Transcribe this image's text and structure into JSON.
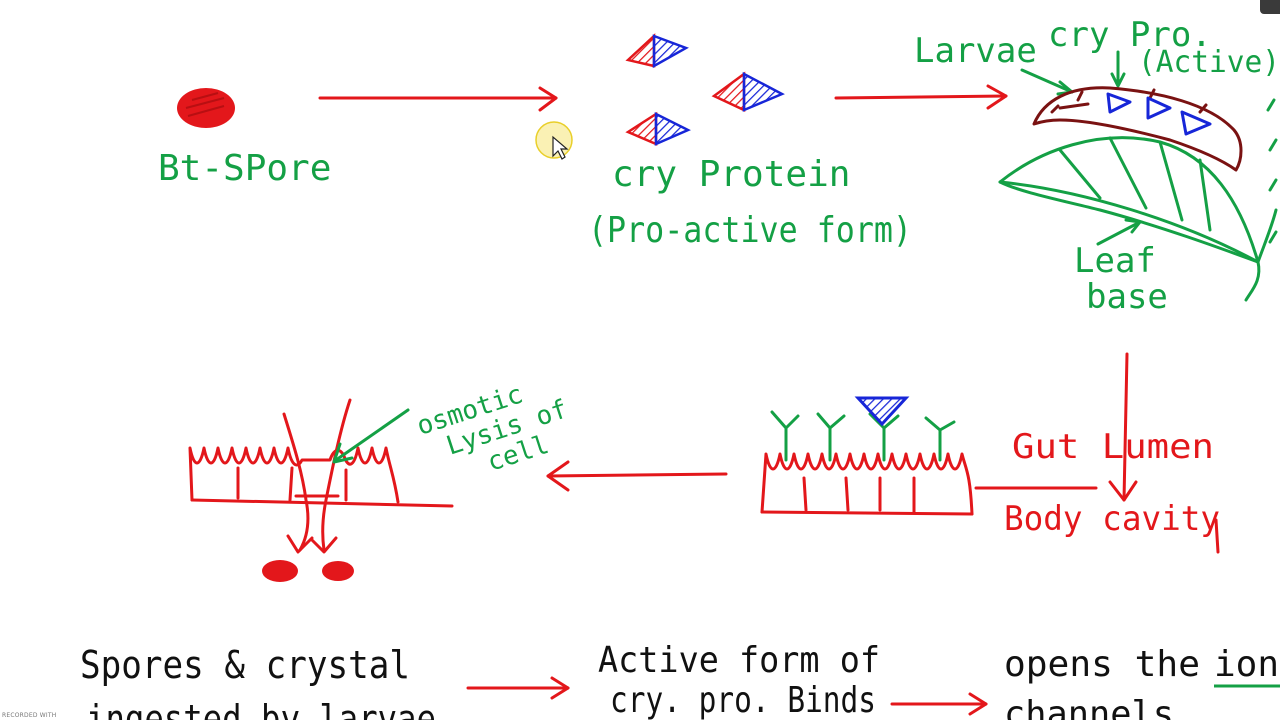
{
  "labels": {
    "bt_spore": "Bt-SPore",
    "cry_protein": "cry Protein",
    "pro_active_form": "(Pro-active form)",
    "larvae": "Larvae",
    "cry_pro": "cry Pro.",
    "active": "(Active)",
    "leaf": "Leaf",
    "base": "base",
    "osmotic": "osmotic",
    "lysis_of": "Lysis of",
    "cell": "cell",
    "gut_lumen": "Gut Lumen",
    "body_cavity": "Body cavity"
  },
  "bottom_notes": {
    "note1_line1": "Spores & crystal",
    "note1_line2": "ingested by larvae",
    "note2_line1": "Active form of",
    "note2_line2": "cry. pro. Binds",
    "note3_line1": "opens the",
    "note3_emphasis": "ions",
    "note3_line2": "channels"
  },
  "footer": {
    "watermark": "RECORDED WITH"
  },
  "colors": {
    "green": "#14a045",
    "red": "#e3171b",
    "blue": "#1726d8",
    "maroon": "#7a1212",
    "cursor_highlight": "#f5e46a"
  }
}
